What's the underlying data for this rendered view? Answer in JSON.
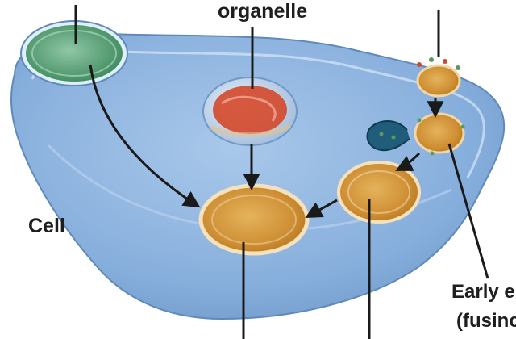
{
  "labels": {
    "top_left": "",
    "organelle": "organelle",
    "top_right": "",
    "cell": "Cell",
    "early_line1": "Early e",
    "early_line2": "(fusinc"
  },
  "colors": {
    "cytoplasm": "#8eb5df",
    "membrane_edge": "#6f99c8",
    "lysosome": "#d79a3a",
    "lysosome_rim": "#f3dcae",
    "chloroplast_like": "#4f9d73",
    "organelle_fragments": "#d4482a",
    "arrow": "#1a1a1a",
    "receptor": "#5c9a5a"
  },
  "icons": [
    "arrow",
    "vesicle",
    "organelle",
    "lysosome",
    "phagosome",
    "endosome"
  ]
}
